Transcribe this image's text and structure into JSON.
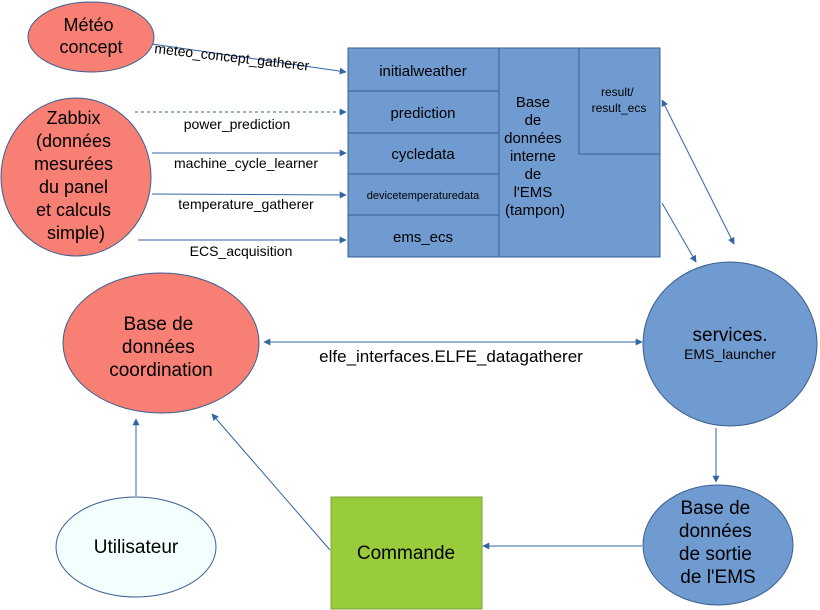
{
  "colors": {
    "red_node": "#f77f74",
    "blue_node": "#6f9bd1",
    "blue_table": "#6f9bd1",
    "green_node": "#98cc3a",
    "user_node": "#f3fffe",
    "edge": "#3465a4",
    "stroke": "#3a5f91"
  },
  "nodes": {
    "meteo": [
      "Météo",
      "concept"
    ],
    "zabbix": [
      "Zabbix",
      "(données",
      "mesurées",
      "du panel",
      "et calculs",
      "simple)"
    ],
    "coordination": [
      "Base de",
      "données",
      "coordination"
    ],
    "utilisateur": [
      "Utilisateur"
    ],
    "commande": [
      "Commande"
    ],
    "services_title": "services.",
    "services_sub": "EMS_launcher",
    "sortie": [
      "Base de",
      "données",
      "de sortie",
      "de l'EMS"
    ]
  },
  "db": {
    "tables": [
      "initialweather",
      "prediction",
      "cycledata",
      "devicetemperaturedata",
      "ems_ecs"
    ],
    "caption": [
      "Base",
      "de",
      "données",
      "interne",
      "de",
      "l'EMS",
      "(tampon)"
    ],
    "result": [
      "result/",
      "result_ecs"
    ]
  },
  "edges": {
    "meteo_concept_gatherer": "meteo_concept_gatherer",
    "power_prediction": "power_prediction",
    "machine_cycle_learner": "machine_cycle_learner",
    "temperature_gatherer": "temperature_gatherer",
    "ecs_acquisition": "ECS_acquisition",
    "datagatherer": "elfe_interfaces.ELFE_datagatherer"
  }
}
